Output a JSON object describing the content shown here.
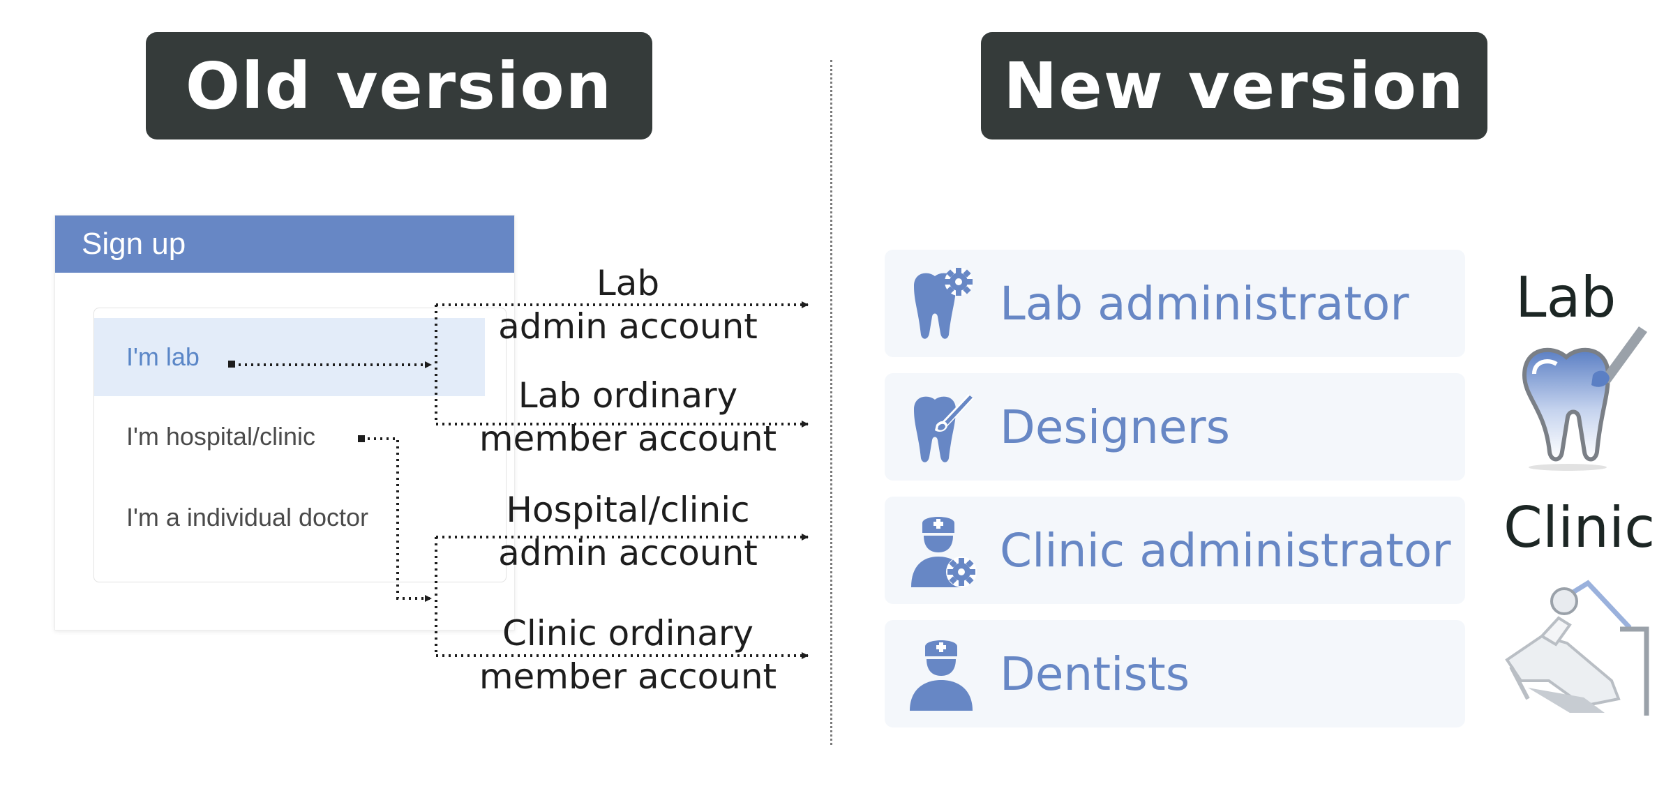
{
  "headers": {
    "old": "Old version",
    "new": "New version"
  },
  "old": {
    "signup_title": "Sign up",
    "options": [
      "I'm lab",
      "I'm hospital/clinic",
      "I'm a individual doctor"
    ]
  },
  "accounts": [
    [
      "Lab",
      "admin account"
    ],
    [
      "Lab ordinary",
      "member account"
    ],
    [
      "Hospital/clinic",
      "admin account"
    ],
    [
      "Clinic ordinary",
      "member account"
    ]
  ],
  "roles": [
    {
      "label": "Lab administrator",
      "icon": "tooth-gear-icon"
    },
    {
      "label": "Designers",
      "icon": "tooth-brush-icon"
    },
    {
      "label": "Clinic administrator",
      "icon": "nurse-gear-icon"
    },
    {
      "label": "Dentists",
      "icon": "nurse-icon"
    }
  ],
  "categories": {
    "lab": "Lab",
    "clinic": "Clinic"
  },
  "colors": {
    "header_bg": "#353b3a",
    "accent": "#6787c5",
    "role_bg": "#f4f7fb",
    "selected_bg": "#e3ecf9"
  }
}
